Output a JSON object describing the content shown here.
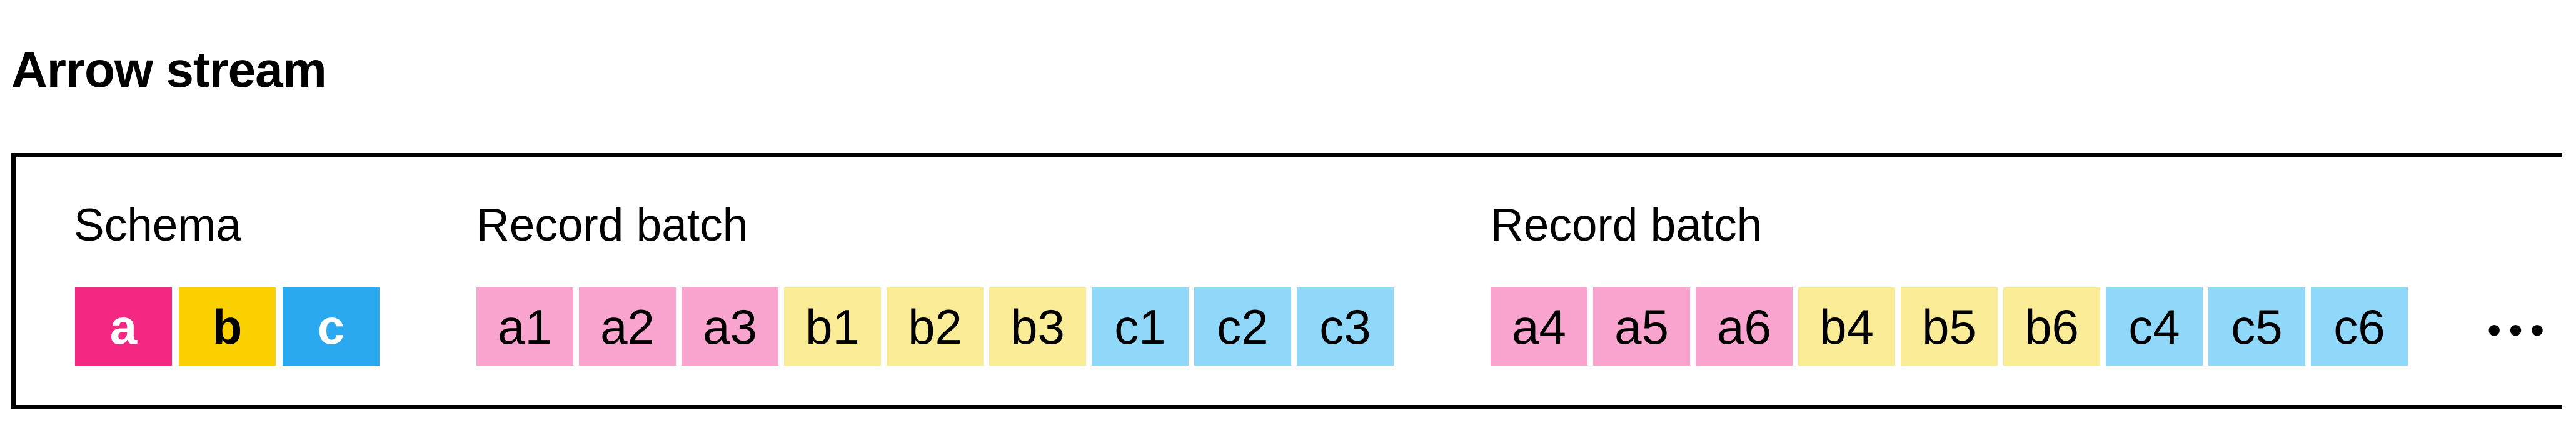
{
  "title": "Arrow stream",
  "schema": {
    "label": "Schema",
    "fields": [
      "a",
      "b",
      "c"
    ]
  },
  "record_batches": [
    {
      "label": "Record batch",
      "cells": [
        "a1",
        "a2",
        "a3",
        "b1",
        "b2",
        "b3",
        "c1",
        "c2",
        "c3"
      ]
    },
    {
      "label": "Record batch",
      "cells": [
        "a4",
        "a5",
        "a6",
        "b4",
        "b5",
        "b6",
        "c4",
        "c5",
        "c6"
      ]
    }
  ],
  "ellipsis": "•••",
  "colors": {
    "background": "#FFFFFF",
    "line": "#000000",
    "text": "#000000",
    "schema_a_bg": "#F42782",
    "schema_a_text": "#FFFFFF",
    "schema_b_bg": "#FAD000",
    "schema_b_text": "#000000",
    "schema_c_bg": "#2AA9F1",
    "schema_c_text": "#FFFFFF",
    "batch_a_bg": "#F9A4CE",
    "batch_b_bg": "#FAEB96",
    "batch_c_bg": "#90D8FA"
  }
}
